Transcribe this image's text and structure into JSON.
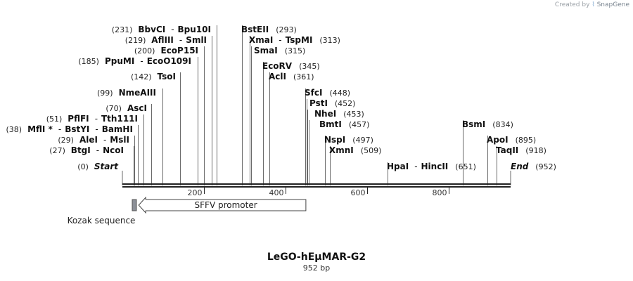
{
  "credit": {
    "prefix": "Created by",
    "brand": "SnapGene"
  },
  "title": "LeGO-hEμMAR-G2",
  "subtitle": "952 bp",
  "sequence_length": 952,
  "axis": {
    "ticks": [
      200,
      400,
      600,
      800
    ]
  },
  "sites": [
    {
      "kind": "start",
      "pos": 0,
      "parts": [
        {
          "t": "pos",
          "v": "(0)"
        },
        {
          "t": "enz",
          "v": "Start",
          "italic": true
        }
      ]
    },
    {
      "pos": 27,
      "parts": [
        {
          "t": "pos",
          "v": "(27)"
        },
        {
          "t": "enz",
          "v": "BtgI"
        },
        {
          "t": "sep",
          "v": "-"
        },
        {
          "t": "enz",
          "v": "NcoI"
        }
      ]
    },
    {
      "pos": 29,
      "parts": [
        {
          "t": "pos",
          "v": "(29)"
        },
        {
          "t": "enz",
          "v": "AleI"
        },
        {
          "t": "sep",
          "v": "-"
        },
        {
          "t": "enz",
          "v": "MslI"
        }
      ]
    },
    {
      "pos": 38,
      "parts": [
        {
          "t": "pos",
          "v": "(38)"
        },
        {
          "t": "enz",
          "v": "MflI *"
        },
        {
          "t": "sep",
          "v": "-"
        },
        {
          "t": "enz",
          "v": "BstYI"
        },
        {
          "t": "sep",
          "v": "-"
        },
        {
          "t": "enz",
          "v": "BamHI"
        }
      ]
    },
    {
      "pos": 51,
      "parts": [
        {
          "t": "pos",
          "v": "(51)"
        },
        {
          "t": "enz",
          "v": "PflFI"
        },
        {
          "t": "sep",
          "v": "-"
        },
        {
          "t": "enz",
          "v": "Tth111I"
        }
      ]
    },
    {
      "pos": 70,
      "parts": [
        {
          "t": "pos",
          "v": "(70)"
        },
        {
          "t": "enz",
          "v": "AscI"
        }
      ]
    },
    {
      "pos": 99,
      "parts": [
        {
          "t": "pos",
          "v": "(99)"
        },
        {
          "t": "enz",
          "v": "NmeAIII"
        }
      ]
    },
    {
      "pos": 142,
      "parts": [
        {
          "t": "pos",
          "v": "(142)"
        },
        {
          "t": "enz",
          "v": "TsoI"
        }
      ]
    },
    {
      "pos": 185,
      "parts": [
        {
          "t": "pos",
          "v": "(185)"
        },
        {
          "t": "enz",
          "v": "PpuMI"
        },
        {
          "t": "sep",
          "v": "-"
        },
        {
          "t": "enz",
          "v": "EcoO109I"
        }
      ]
    },
    {
      "pos": 200,
      "parts": [
        {
          "t": "pos",
          "v": "(200)"
        },
        {
          "t": "enz",
          "v": "EcoP15I"
        }
      ]
    },
    {
      "pos": 219,
      "parts": [
        {
          "t": "pos",
          "v": "(219)"
        },
        {
          "t": "enz",
          "v": "AflIII"
        },
        {
          "t": "sep",
          "v": "-"
        },
        {
          "t": "enz",
          "v": "SmlI"
        }
      ]
    },
    {
      "pos": 231,
      "parts": [
        {
          "t": "pos",
          "v": "(231)"
        },
        {
          "t": "enz",
          "v": "BbvCI"
        },
        {
          "t": "sep",
          "v": "-"
        },
        {
          "t": "enz",
          "v": "Bpu10I"
        }
      ]
    },
    {
      "pos": 293,
      "parts": [
        {
          "t": "enz",
          "v": "BstEII"
        },
        {
          "t": "pos",
          "v": "(293)"
        }
      ]
    },
    {
      "pos": 313,
      "parts": [
        {
          "t": "enz",
          "v": "XmaI"
        },
        {
          "t": "sep",
          "v": "-"
        },
        {
          "t": "enz",
          "v": "TspMI"
        },
        {
          "t": "pos",
          "v": "(313)"
        }
      ]
    },
    {
      "pos": 315,
      "parts": [
        {
          "t": "enz",
          "v": "SmaI"
        },
        {
          "t": "pos",
          "v": "(315)"
        }
      ]
    },
    {
      "pos": 345,
      "parts": [
        {
          "t": "enz",
          "v": "EcoRV"
        },
        {
          "t": "pos",
          "v": "(345)"
        }
      ]
    },
    {
      "pos": 361,
      "parts": [
        {
          "t": "enz",
          "v": "AclI"
        },
        {
          "t": "pos",
          "v": "(361)"
        }
      ]
    },
    {
      "pos": 448,
      "parts": [
        {
          "t": "enz",
          "v": "SfcI"
        },
        {
          "t": "pos",
          "v": "(448)"
        }
      ]
    },
    {
      "pos": 452,
      "parts": [
        {
          "t": "enz",
          "v": "PstI"
        },
        {
          "t": "pos",
          "v": "(452)"
        }
      ]
    },
    {
      "pos": 453,
      "parts": [
        {
          "t": "enz",
          "v": "NheI"
        },
        {
          "t": "pos",
          "v": "(453)"
        }
      ]
    },
    {
      "pos": 457,
      "parts": [
        {
          "t": "enz",
          "v": "BmtI"
        },
        {
          "t": "pos",
          "v": "(457)"
        }
      ]
    },
    {
      "pos": 497,
      "parts": [
        {
          "t": "enz",
          "v": "NspI"
        },
        {
          "t": "pos",
          "v": "(497)"
        }
      ]
    },
    {
      "pos": 509,
      "parts": [
        {
          "t": "enz",
          "v": "XmnI"
        },
        {
          "t": "pos",
          "v": "(509)"
        }
      ]
    },
    {
      "pos": 651,
      "parts": [
        {
          "t": "enz",
          "v": "HpaI"
        },
        {
          "t": "sep",
          "v": "-"
        },
        {
          "t": "enz",
          "v": "HincII"
        },
        {
          "t": "pos",
          "v": "(651)"
        }
      ]
    },
    {
      "pos": 834,
      "parts": [
        {
          "t": "enz",
          "v": "BsmI"
        },
        {
          "t": "pos",
          "v": "(834)"
        }
      ]
    },
    {
      "pos": 895,
      "parts": [
        {
          "t": "enz",
          "v": "ApoI"
        },
        {
          "t": "pos",
          "v": "(895)"
        }
      ]
    },
    {
      "pos": 918,
      "parts": [
        {
          "t": "enz",
          "v": "TaqII"
        },
        {
          "t": "pos",
          "v": "(918)"
        }
      ]
    },
    {
      "kind": "end",
      "pos": 952,
      "parts": [
        {
          "t": "enz",
          "v": "End",
          "italic": true
        },
        {
          "t": "pos",
          "v": "(952)"
        }
      ]
    }
  ],
  "features": [
    {
      "name": "SFFV promoter",
      "start": 40,
      "end": 450,
      "direction": "reverse",
      "color": "#ffffff",
      "show_label_inside": true
    },
    {
      "name": "Kozak sequence",
      "start": 24,
      "end": 34,
      "direction": "none",
      "color": "#8c9098",
      "show_label_inside": false
    }
  ]
}
